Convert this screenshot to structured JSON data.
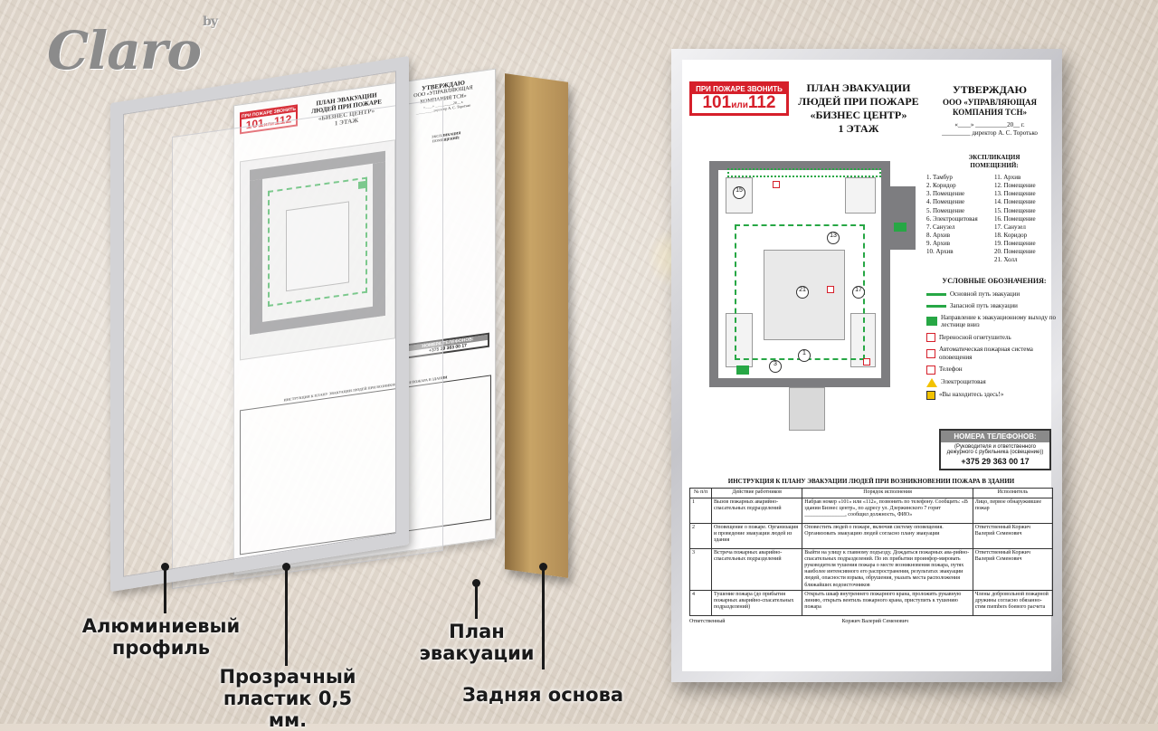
{
  "brand": {
    "logo": "Claro",
    "logo_sup": "by"
  },
  "poster": {
    "alarm_top": "ПРИ ПОЖАРЕ ЗВОНИТЬ",
    "alarm_num_a": "101",
    "alarm_mid": "или",
    "alarm_num_b": "112",
    "title_1": "ПЛАН ЭВАКУАЦИИ",
    "title_2": "ЛЮДЕЙ ПРИ ПОЖАРЕ",
    "title_3": "«БИЗНЕС ЦЕНТР»",
    "title_4": "1 ЭТАЖ",
    "approve_1": "УТВЕРЖДАЮ",
    "approve_2": "ООО «УПРАВЛЯЮЩАЯ",
    "approve_3": "КОМПАНИЯ ТСН»",
    "approve_date": "«____» __________20__ г.",
    "approve_sign": "_________ директор А. С. Торотько",
    "explic_h1": "ЭКСПЛИКАЦИЯ",
    "explic_h2": "ПОМЕЩЕНИЙ:",
    "rooms": [
      "1. Тамбур",
      "11. Архив",
      "2. Коридор",
      "12. Помещение",
      "3. Помещение",
      "13. Помещение",
      "4. Помещение",
      "14. Помещение",
      "5. Помещение",
      "15. Помещение",
      "6. Электрощитовая",
      "16. Помещение",
      "7. Санузел",
      "17. Санузел",
      "8. Архив",
      "18. Коридор",
      "9. Архив",
      "19. Помещение",
      "10. Архив",
      "20. Помещение",
      "",
      "21. Холл"
    ],
    "legend_h": "УСЛОВНЫЕ ОБОЗНАЧЕНИЯ:",
    "legend": [
      {
        "icon": "green-arrow-icon",
        "text": "Основной путь эвакуации"
      },
      {
        "icon": "green-arrow-icon",
        "text": "Запасной путь эвакуации"
      },
      {
        "icon": "exit-sign-icon",
        "text": "Направление к эвакуационному выходу по лестнице вниз"
      },
      {
        "icon": "extinguisher-icon",
        "text": "Переносной огнетушитель"
      },
      {
        "icon": "alarm-system-icon",
        "text": "Автоматическая пожарная система оповещения"
      },
      {
        "icon": "phone-icon",
        "text": "Телефон"
      },
      {
        "icon": "electric-hazard-icon",
        "text": "Электрощитовая"
      },
      {
        "icon": "you-are-here-icon",
        "text": "«Вы находитесь здесь!»"
      }
    ],
    "phones_h": "НОМЕРА ТЕЛЕФОНОВ:",
    "phones_sub": "(Руководителя и ответственного дежурного с рубильника (освещение))",
    "phones_num": "+375 29 363 00 17",
    "instr_h": "ИНСТРУКЦИЯ К ПЛАНУ ЭВАКУАЦИИ ЛЮДЕЙ ПРИ ВОЗНИКНОВЕНИИ ПОЖАРА В ЗДАНИИ",
    "instr_cols": [
      "№ п/п",
      "Действие работников",
      "Порядок исполнения",
      "Исполнитель"
    ],
    "instr_rows": [
      {
        "n": "1",
        "a": "Вызов пожарных аварийно-спасательных подразделений",
        "b": "Набрав номер «101» или «112», позвонить по телефону. Сообщить: «В здании Бизнес центр», по адресу ул. Дзержинского 7 горит _______________, сообщил должность, ФИО»",
        "c": "Лицо, первое обнаружившее пожар"
      },
      {
        "n": "2",
        "a": "Оповещение о пожаре. Организация и проведение эвакуации людей из здания",
        "b": "Оповестить людей о пожаре, включив систему оповещения. Организовать эвакуацию людей согласно плану эвакуации",
        "c": "Ответственный Коржич Валерий Семенович"
      },
      {
        "n": "3",
        "a": "Встреча пожарных аварийно-спасательных подразделений",
        "b": "Выйти на улицу к главному подъезду. Дождаться пожарных ава-рийно-спасательных подразделений. По их прибытии проинфор-мировать руководителя тушения пожара о месте возникновения пожара, путях наиболее интенсивного его распространения, результатах эвакуации людей, опасности взрыва, обрушения, указать места расположения ближайших водоисточников",
        "c": "Ответственный Коржич Валерий Семенович"
      },
      {
        "n": "4",
        "a": "Тушение пожара (до прибытия пожарных аварийно-спасательных подразделений)",
        "b": "Открыть шкаф внутреннего пожарного крана, проложить рукавную линию, открыть вентиль пожарного крана, приступить к тушению пожара",
        "c": "Члены добровольной пожарной дружины согласно обязанно-стям members боевого расчета"
      }
    ],
    "foot_left": "Ответственный",
    "foot_right": "Коржич Валерий Семенович"
  },
  "callouts": {
    "aluminum_1": "Алюминиевый",
    "aluminum_2": "профиль",
    "plastic_1": "Прозрачный",
    "plastic_2": "пластик 0,5 мм.",
    "plan_1": "План",
    "plan_2": "эвакуации",
    "back": "Задняя основа"
  },
  "colors": {
    "alarm_red": "#d61f2a",
    "route_green": "#27a745",
    "frame_silver": "#c5c5ca",
    "backing_wood": "#c8a466"
  }
}
